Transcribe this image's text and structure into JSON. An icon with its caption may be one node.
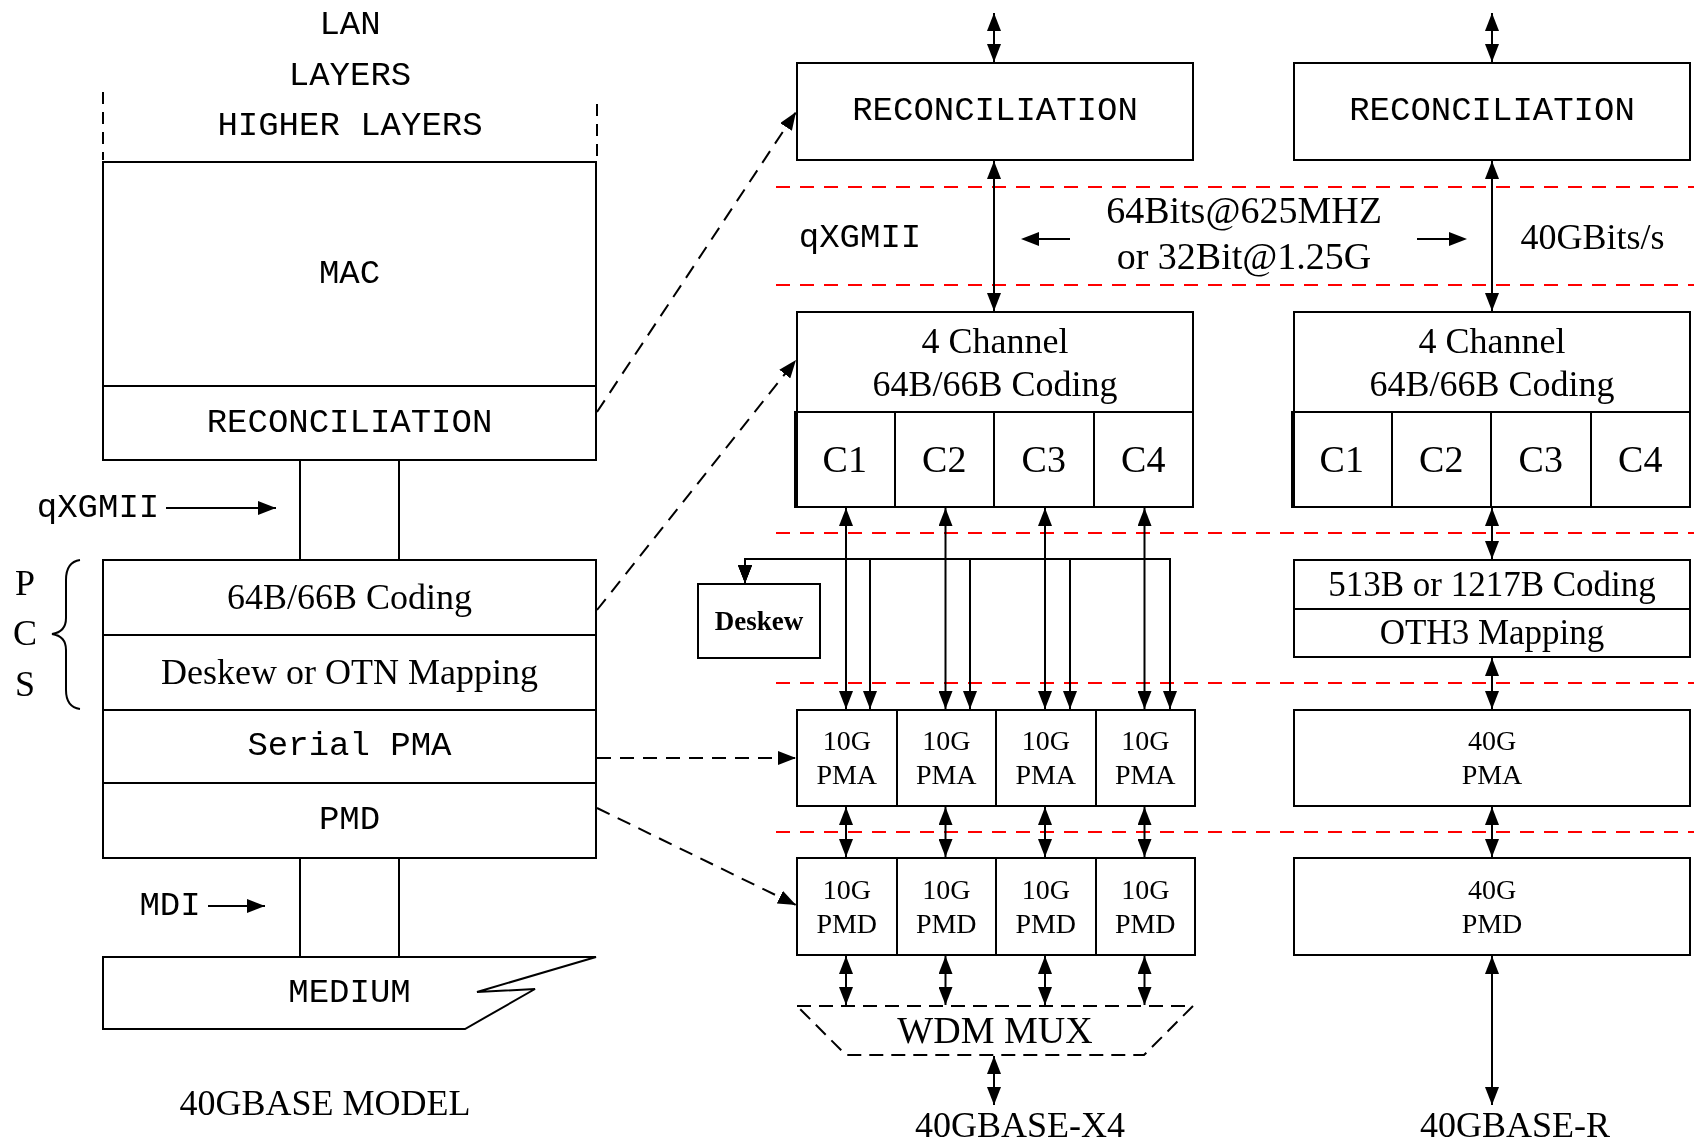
{
  "diagram": {
    "nodes": [
      {
        "text": [
          "MAC"
        ]
      },
      {
        "text": [
          "RECONCILIATION"
        ]
      },
      {
        "text": [
          "qXGMII"
        ]
      },
      {
        "text": [
          "64B/66B Coding"
        ]
      },
      {
        "text": [
          "Deskew or OTN Mapping"
        ]
      },
      {
        "text": [
          "Serial PMA"
        ]
      },
      {
        "text": [
          "PMD"
        ]
      },
      {
        "text": [
          "MDI"
        ]
      },
      {
        "text": [
          "MEDIUM"
        ]
      },
      {
        "text": [
          "RECONCILIATION"
        ]
      },
      {
        "text": [
          "RECONCILIATION"
        ]
      },
      {
        "text": [
          "4 Channel 64B/66B Coding"
        ]
      },
      {
        "text": [
          "C1"
        ],
        "in": 11
      },
      {
        "text": [
          "C2"
        ],
        "in": 11
      },
      {
        "text": [
          "C3"
        ],
        "in": 11
      },
      {
        "text": [
          "C4"
        ],
        "in": 11
      },
      {
        "text": [
          "4 Channel 64B/66B Coding"
        ]
      },
      {
        "text": [
          "C1"
        ],
        "in": 16
      },
      {
        "text": [
          "C2"
        ],
        "in": 16
      },
      {
        "text": [
          "C3"
        ],
        "in": 16
      },
      {
        "text": [
          "C4"
        ],
        "in": 16
      },
      {
        "text": [
          "Deskew"
        ]
      },
      {
        "text": [
          "513B or 1217B Coding"
        ]
      },
      {
        "text": [
          "OTH3 Mapping"
        ]
      },
      {
        "text": [
          "10G PMA"
        ]
      },
      {
        "text": [
          "10G PMA"
        ]
      },
      {
        "text": [
          "10G PMA"
        ]
      },
      {
        "text": [
          "10G PMA"
        ]
      },
      {
        "text": [
          "40G PMA"
        ]
      },
      {
        "text": [
          "10G PMD"
        ]
      },
      {
        "text": [
          "10G PMD"
        ]
      },
      {
        "text": [
          "10G PMD"
        ]
      },
      {
        "text": [
          "10G PMD"
        ]
      },
      {
        "text": [
          "40G PMD"
        ]
      },
      {
        "text": [
          "WDM MUX"
        ]
      },
      {
        "text": [
          "40GBASE-X4"
        ]
      },
      {
        "text": [
          "40GBASE-R"
        ]
      }
    ],
    "edges": [
      {
        "from": 1,
        "to": 3,
        "arrow": "none"
      },
      {
        "from": 1,
        "to": 3,
        "arrow": "none"
      },
      {
        "from": 2,
        "to": null,
        "arrow": "to"
      },
      {
        "from": 6,
        "to": 8,
        "arrow": "none"
      },
      {
        "from": 6,
        "to": 8,
        "arrow": "none"
      },
      {
        "from": 7,
        "to": null,
        "arrow": "to"
      },
      {
        "from": 1,
        "to": 9,
        "arrow": "to",
        "style": "dashed"
      },
      {
        "from": 3,
        "to": 11,
        "arrow": "to",
        "style": "dashed"
      },
      {
        "from": 5,
        "to": 24,
        "arrow": "to",
        "style": "dashed"
      },
      {
        "from": 6,
        "to": 29,
        "arrow": "to",
        "style": "dashed"
      },
      {
        "from": null,
        "to": 9,
        "arrow": "both"
      },
      {
        "from": null,
        "to": 10,
        "arrow": "both"
      },
      {
        "from": 9,
        "to": 11,
        "arrow": "both"
      },
      {
        "from": 10,
        "to": 16,
        "arrow": "both"
      },
      {
        "from": 12,
        "to": 24,
        "arrow": "both"
      },
      {
        "from": 13,
        "to": 25,
        "arrow": "both"
      },
      {
        "from": 14,
        "to": 26,
        "arrow": "both"
      },
      {
        "from": 15,
        "to": 27,
        "arrow": "both"
      },
      {
        "from": 21,
        "to": 24,
        "arrow": "both"
      },
      {
        "from": 21,
        "to": 25,
        "arrow": "both"
      },
      {
        "from": 21,
        "to": 26,
        "arrow": "both"
      },
      {
        "from": 21,
        "to": 27,
        "arrow": "both"
      },
      {
        "from": 16,
        "to": 22,
        "arrow": "both"
      },
      {
        "from": 23,
        "to": 28,
        "arrow": "both"
      },
      {
        "from": 24,
        "to": 29,
        "arrow": "both"
      },
      {
        "from": 25,
        "to": 30,
        "arrow": "both"
      },
      {
        "from": 26,
        "to": 31,
        "arrow": "both"
      },
      {
        "from": 27,
        "to": 32,
        "arrow": "both"
      },
      {
        "from": 28,
        "to": 33,
        "arrow": "both"
      },
      {
        "from": 29,
        "to": 34,
        "arrow": "both"
      },
      {
        "from": 30,
        "to": 34,
        "arrow": "both"
      },
      {
        "from": 31,
        "to": 34,
        "arrow": "both"
      },
      {
        "from": 32,
        "to": 34,
        "arrow": "both"
      },
      {
        "from": 34,
        "to": 35,
        "arrow": "both"
      },
      {
        "from": 33,
        "to": 36,
        "arrow": "both"
      }
    ],
    "labels": [
      "LAN",
      "LAYERS",
      "HIGHER LAYERS",
      "P C S",
      "40GBASE MODEL",
      "qXGMII",
      "64Bits@625MHZ or 32Bit@1.25G",
      "40GBits/s"
    ]
  }
}
